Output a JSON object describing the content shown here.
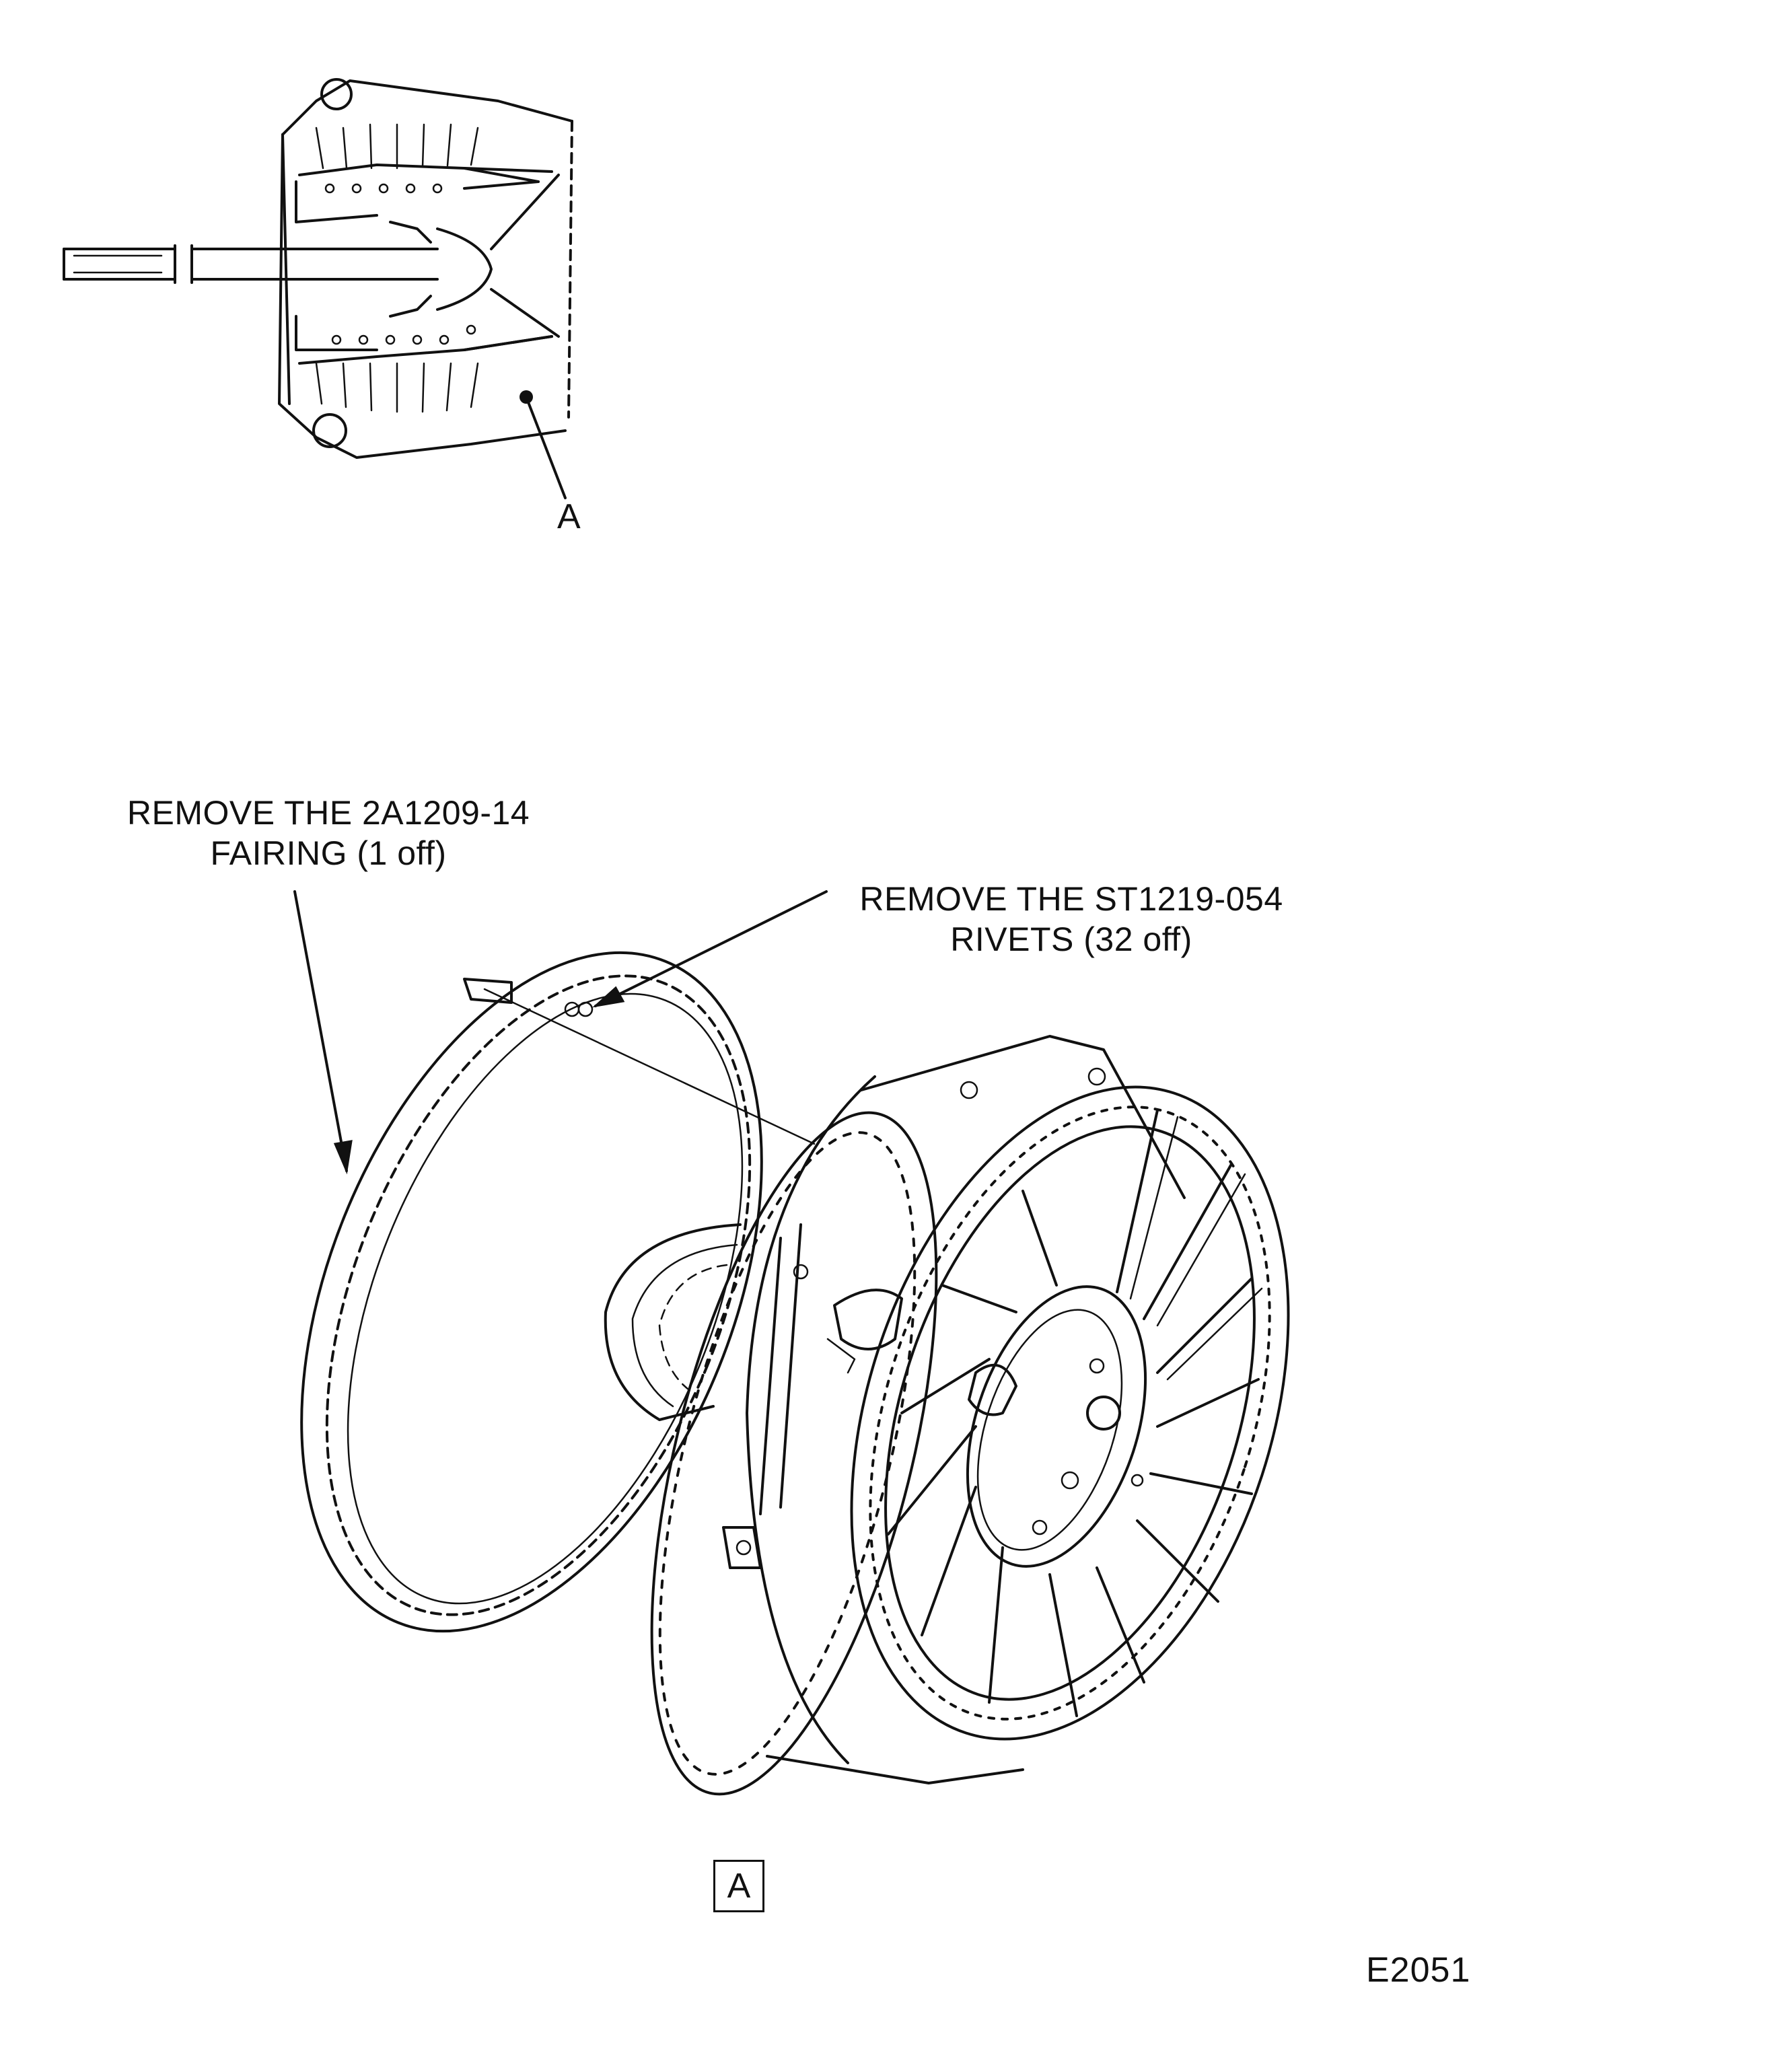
{
  "callouts": {
    "view_a_pointer": "A",
    "fairing_line1": "REMOVE THE 2A1209-14",
    "fairing_line2": "FAIRING (1 off)",
    "rivets_line1": "REMOVE THE ST1219-054",
    "rivets_line2": "RIVETS (32 off)"
  },
  "detail_label": "A",
  "figure_code": "E2051"
}
